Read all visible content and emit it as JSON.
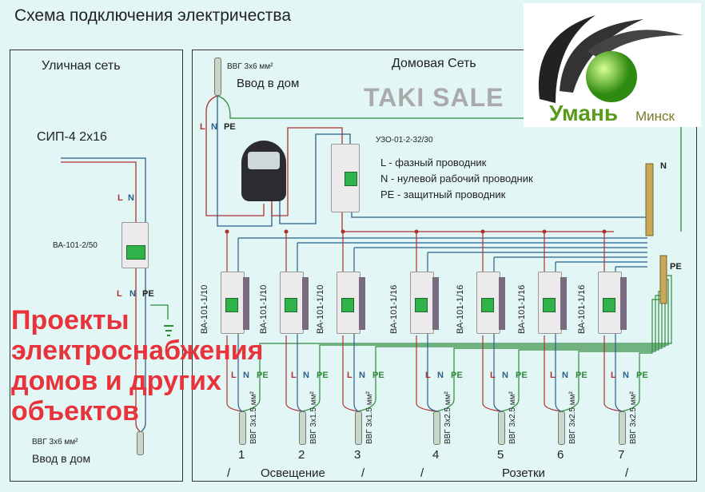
{
  "title": "Схема подключения электричества",
  "street": {
    "title": "Уличная сеть",
    "cable": "СИП-4   2x16",
    "breaker": "ВА-101-2/50",
    "L": "L",
    "N": "N",
    "PE": "PE",
    "cable2": "ВВГ 3x6 мм²",
    "entry": "Ввод в дом"
  },
  "house": {
    "title": "Домовая Сеть",
    "cable": "ВВГ 3x6 мм²",
    "entry": "Ввод в дом",
    "L": "L",
    "N": "N",
    "PE": "PE",
    "rcd": "УЗО-01-2-32/30",
    "legend": [
      "L - фазный проводник",
      "N - нулевой рабочий проводник",
      "PE - защитный проводник"
    ],
    "busN": "N",
    "busPE": "PE"
  },
  "circuits": [
    {
      "num": "1",
      "breaker": "ВА-101-1/10",
      "cable": "ВВГ 3x1.5 мм²"
    },
    {
      "num": "2",
      "breaker": "ВА-101-1/10",
      "cable": "ВВГ 3x1.5 мм²"
    },
    {
      "num": "3",
      "breaker": "ВА-101-1/10",
      "cable": "ВВГ 3x1.5 мм²"
    },
    {
      "num": "4",
      "breaker": "ВА-101-1/16",
      "cable": "ВВГ 3x2.5 мм²"
    },
    {
      "num": "5",
      "breaker": "ВА-101-1/16",
      "cable": "ВВГ 3x2.5 мм²"
    },
    {
      "num": "6",
      "breaker": "ВА-101-1/16",
      "cable": "ВВГ 3x2.5 мм²"
    },
    {
      "num": "7",
      "breaker": "ВА-101-1/16",
      "cable": "ВВГ 3x2.5 мм²"
    }
  ],
  "wireLabels": {
    "L": "L",
    "N": "N",
    "PE": "PE"
  },
  "groups": {
    "lighting": "Освещение",
    "sockets": "Розетки",
    "slash": "/"
  },
  "watermark": [
    "Проекты",
    "электроснабжения",
    "домов и других",
    "объектов"
  ],
  "logo": {
    "name": "Умань",
    "city": "Минск"
  },
  "stamp": "TAKI SALE",
  "colors": {
    "L": "#b03030",
    "N": "#2a5f8a",
    "PE": "#2f8a3a",
    "watermark": "#e8333b"
  }
}
